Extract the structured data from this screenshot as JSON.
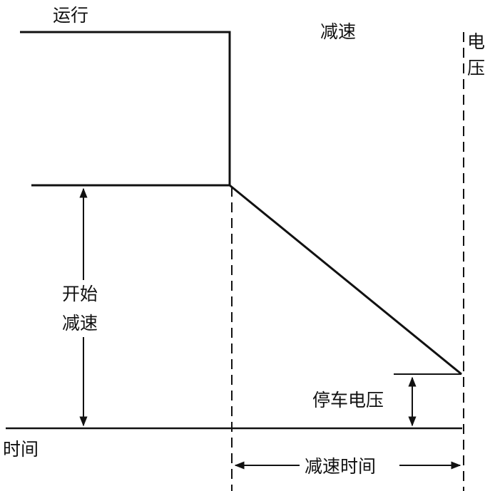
{
  "labels": {
    "running": "运行",
    "decel_top": "减速",
    "voltage_line1": "电",
    "voltage_line2": "压",
    "start_decel_line1": "开始",
    "start_decel_line2": "减速",
    "stop_voltage": "停车电压",
    "time": "时间",
    "decel_time": "减速时间"
  },
  "colors": {
    "ink": "#111111",
    "background": "#ffffff"
  }
}
